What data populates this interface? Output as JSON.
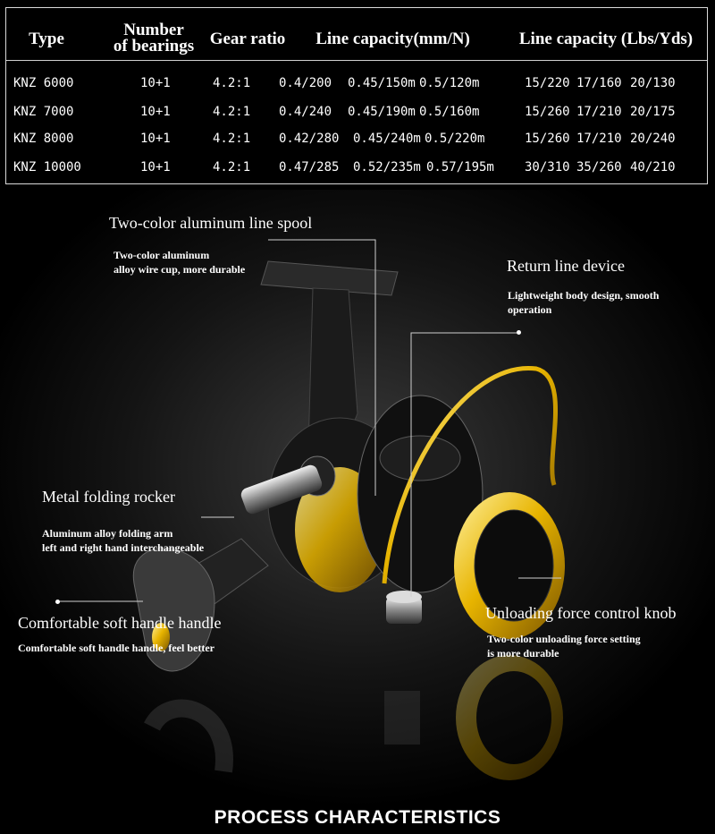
{
  "table": {
    "headers": {
      "type": "Type",
      "bearings_line1": "Number",
      "bearings_line2": "of bearings",
      "gear": "Gear ratio",
      "mm": "Line capacity(mm/N)",
      "lbs": "Line capacity (Lbs/Yds)"
    },
    "rows": [
      {
        "type": "KNZ 6000",
        "bearings": "10+1",
        "gear": "4.2:1",
        "mm1": "0.4/200",
        "mm2": "0.45/150m",
        "mm3": "0.5/120m",
        "lb1": "15/220",
        "lb2": "17/160",
        "lb3": "20/130"
      },
      {
        "type": "KNZ 7000",
        "bearings": "10+1",
        "gear": "4.2:1",
        "mm1": "0.4/240",
        "mm2": "0.45/190m",
        "mm3": "0.5/160m",
        "lb1": "15/260",
        "lb2": "17/210",
        "lb3": "20/175"
      },
      {
        "type": "KNZ 8000",
        "bearings": "10+1",
        "gear": "4.2:1",
        "mm1": "0.42/280",
        "mm2": "0.45/240m",
        "mm3": "0.5/220m",
        "lb1": "15/260",
        "lb2": "17/210",
        "lb3": "20/240"
      },
      {
        "type": "KNZ 10000",
        "bearings": "10+1",
        "gear": "4.2:1",
        "mm1": "0.47/285",
        "mm2": "0.52/235m",
        "mm3": "0.57/195m",
        "lb1": "30/310",
        "lb2": "35/260",
        "lb3": "40/210"
      }
    ]
  },
  "callouts": {
    "spool_title": "Two-color aluminum line spool",
    "spool_desc1": "Two-color aluminum",
    "spool_desc2": "alloy wire cup, more durable",
    "return_title": "Return line device",
    "return_desc1": "Lightweight body design, smooth",
    "return_desc2": "operation",
    "rocker_title": "Metal folding rocker",
    "rocker_desc1": "Aluminum alloy folding arm",
    "rocker_desc2": "left and right hand interchangeable",
    "handle_title": "Comfortable soft handle handle",
    "handle_desc": "Comfortable soft handle handle, feel better",
    "knob_title": "Unloading force control knob",
    "knob_desc1": "Two-color unloading force setting",
    "knob_desc2": "is more durable"
  },
  "footer": "PROCESS CHARACTERISTICS",
  "colors": {
    "gold": "#e7b400",
    "background": "#000000"
  }
}
